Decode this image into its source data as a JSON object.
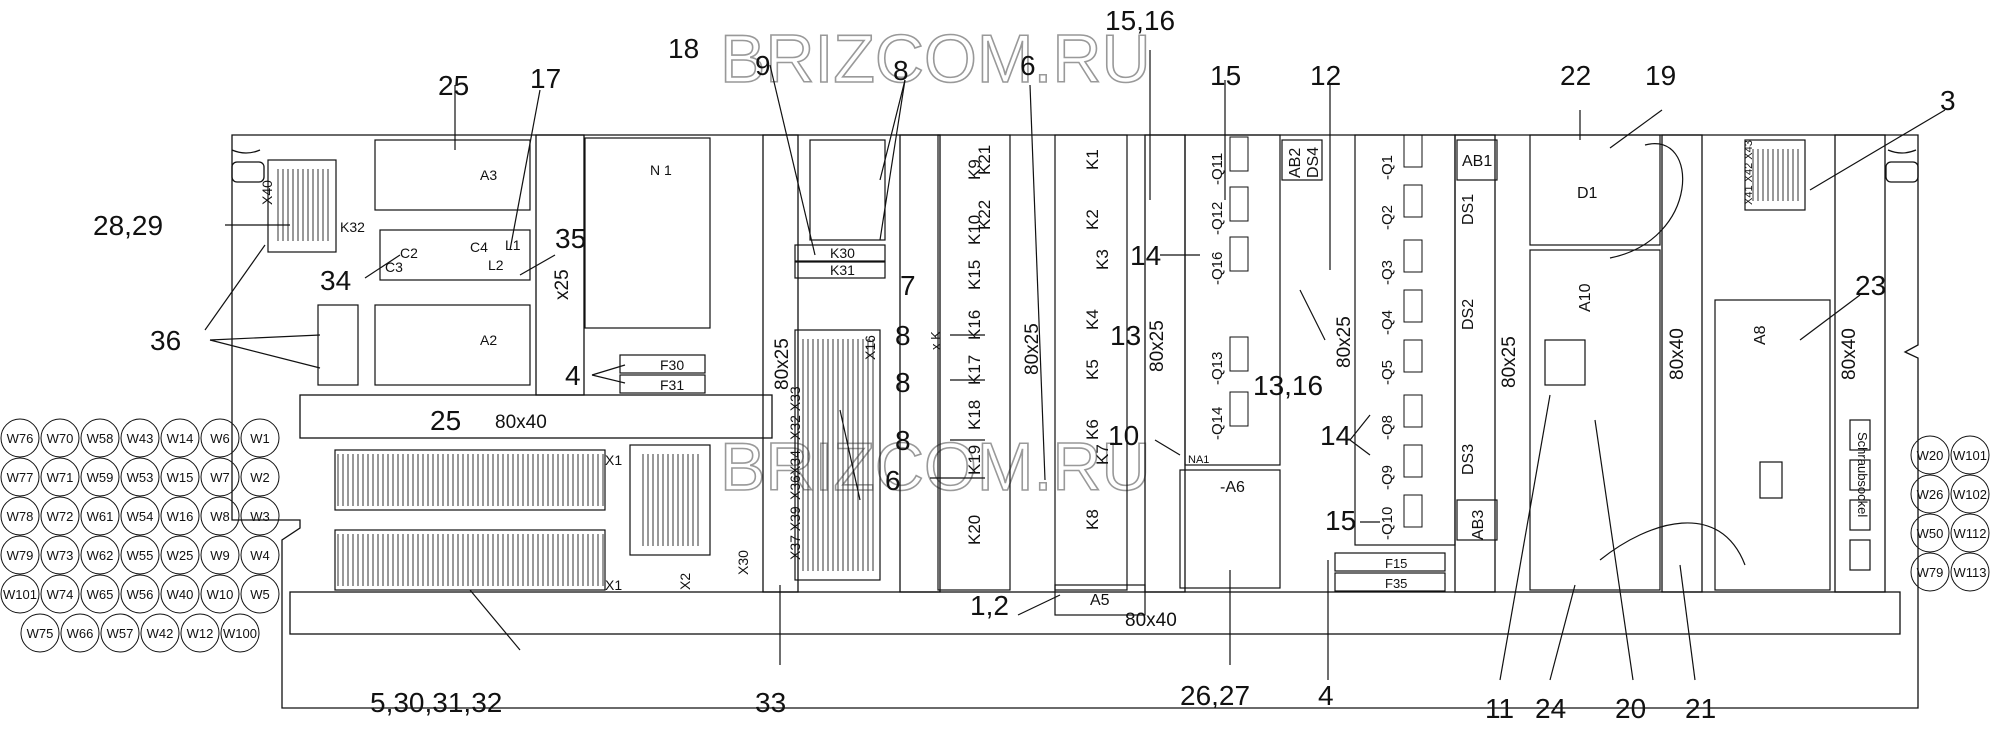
{
  "watermark": "BRIZCOM.RU",
  "callouts": {
    "c18": "18",
    "c9": "9",
    "c8a": "8",
    "c6a": "6",
    "c1516": "15,16",
    "c15a": "15",
    "c12": "12",
    "c22": "22",
    "c19": "19",
    "c3": "3",
    "c25a": "25",
    "c17": "17",
    "c2829": "28,29",
    "c35": "35",
    "c34": "34",
    "c36": "36",
    "c4a": "4",
    "c25b": "25",
    "c14a": "14",
    "c7": "7",
    "c8b": "8",
    "c8c": "8",
    "c8d": "8",
    "c13a": "13",
    "c1316": "13,16",
    "c10": "10",
    "c6b": "6",
    "c14b": "14",
    "c15b": "15",
    "c23": "23",
    "c12b": "1,2",
    "c2627": "26,27",
    "c4b": "4",
    "c53032": "5,30,31,32",
    "c33": "33",
    "c11": "11",
    "c24": "24",
    "c20": "20",
    "c21": "21"
  },
  "duct_labels": {
    "d1": "80x40",
    "d2": "80x40",
    "d3": "80x25",
    "d4": "80x25",
    "d5": "80x25",
    "d6": "80x25",
    "d7": "80x25",
    "d8": "80x40",
    "d9": "80x40",
    "d10": "x25"
  },
  "component_labels": {
    "N1": "N 1",
    "A3": "A3",
    "A2": "A2",
    "A5": "A5",
    "A6": "-A6",
    "A8": "A8",
    "A10": "A10",
    "D1": "D1",
    "NA1": "NA1",
    "K32": "K32",
    "X40": "X40",
    "F30": "F30",
    "F31": "F31",
    "F15": "F15",
    "F35": "F35",
    "K30": "K30",
    "K31": "K31",
    "C2": "C2",
    "C3": "C3",
    "C4": "C4",
    "L1": "L1",
    "L2": "L2",
    "AB1": "AB1",
    "AB2": "AB2",
    "AB3": "AB3",
    "DS1": "DS1",
    "DS2": "DS2",
    "DS3": "DS3",
    "DS4": "DS4",
    "X1a": "X1",
    "X1b": "X1",
    "X2": "X2",
    "X30": "X30",
    "X32": "X32 X33",
    "X34": "X34",
    "X36": "X36",
    "X37": "X37 X39",
    "X16": "X16",
    "X41": "X41 X42 X43",
    "schraub": "Schraubsockel",
    "xk": "x K"
  },
  "relays_col1": [
    "K21",
    "K22",
    "K9",
    "K10",
    "K15",
    "K16",
    "K17",
    "K18",
    "K19",
    "K20"
  ],
  "relays_col2": [
    "K1",
    "K2",
    "K3",
    "K4",
    "K5",
    "K6",
    "K7",
    "K8"
  ],
  "breakers_col1": [
    "-Q11",
    "-Q12",
    "-Q16",
    "-Q13",
    "-Q14"
  ],
  "breakers_col2": [
    "-Q1",
    "-Q2",
    "-Q3",
    "-Q4",
    "-Q5",
    "-Q8",
    "-Q9",
    "-Q10"
  ],
  "cables_left": [
    [
      "W76",
      "W70",
      "W58",
      "W43",
      "W14",
      "W6",
      "W1"
    ],
    [
      "W77",
      "W71",
      "W59",
      "W53",
      "W15",
      "W7",
      "W2"
    ],
    [
      "W78",
      "W72",
      "W61",
      "W54",
      "W16",
      "W8",
      "W3"
    ],
    [
      "W79",
      "W73",
      "W62",
      "W55",
      "W25",
      "W9",
      "W4"
    ],
    [
      "W101",
      "W74",
      "W65",
      "W56",
      "W40",
      "W10",
      "W5"
    ],
    [
      "W75",
      "W66",
      "W57",
      "W42",
      "W12",
      "W100"
    ]
  ],
  "cables_right": [
    [
      "W20",
      "W101"
    ],
    [
      "W26",
      "W102"
    ],
    [
      "W50",
      "W112"
    ],
    [
      "W79",
      "W113"
    ]
  ]
}
